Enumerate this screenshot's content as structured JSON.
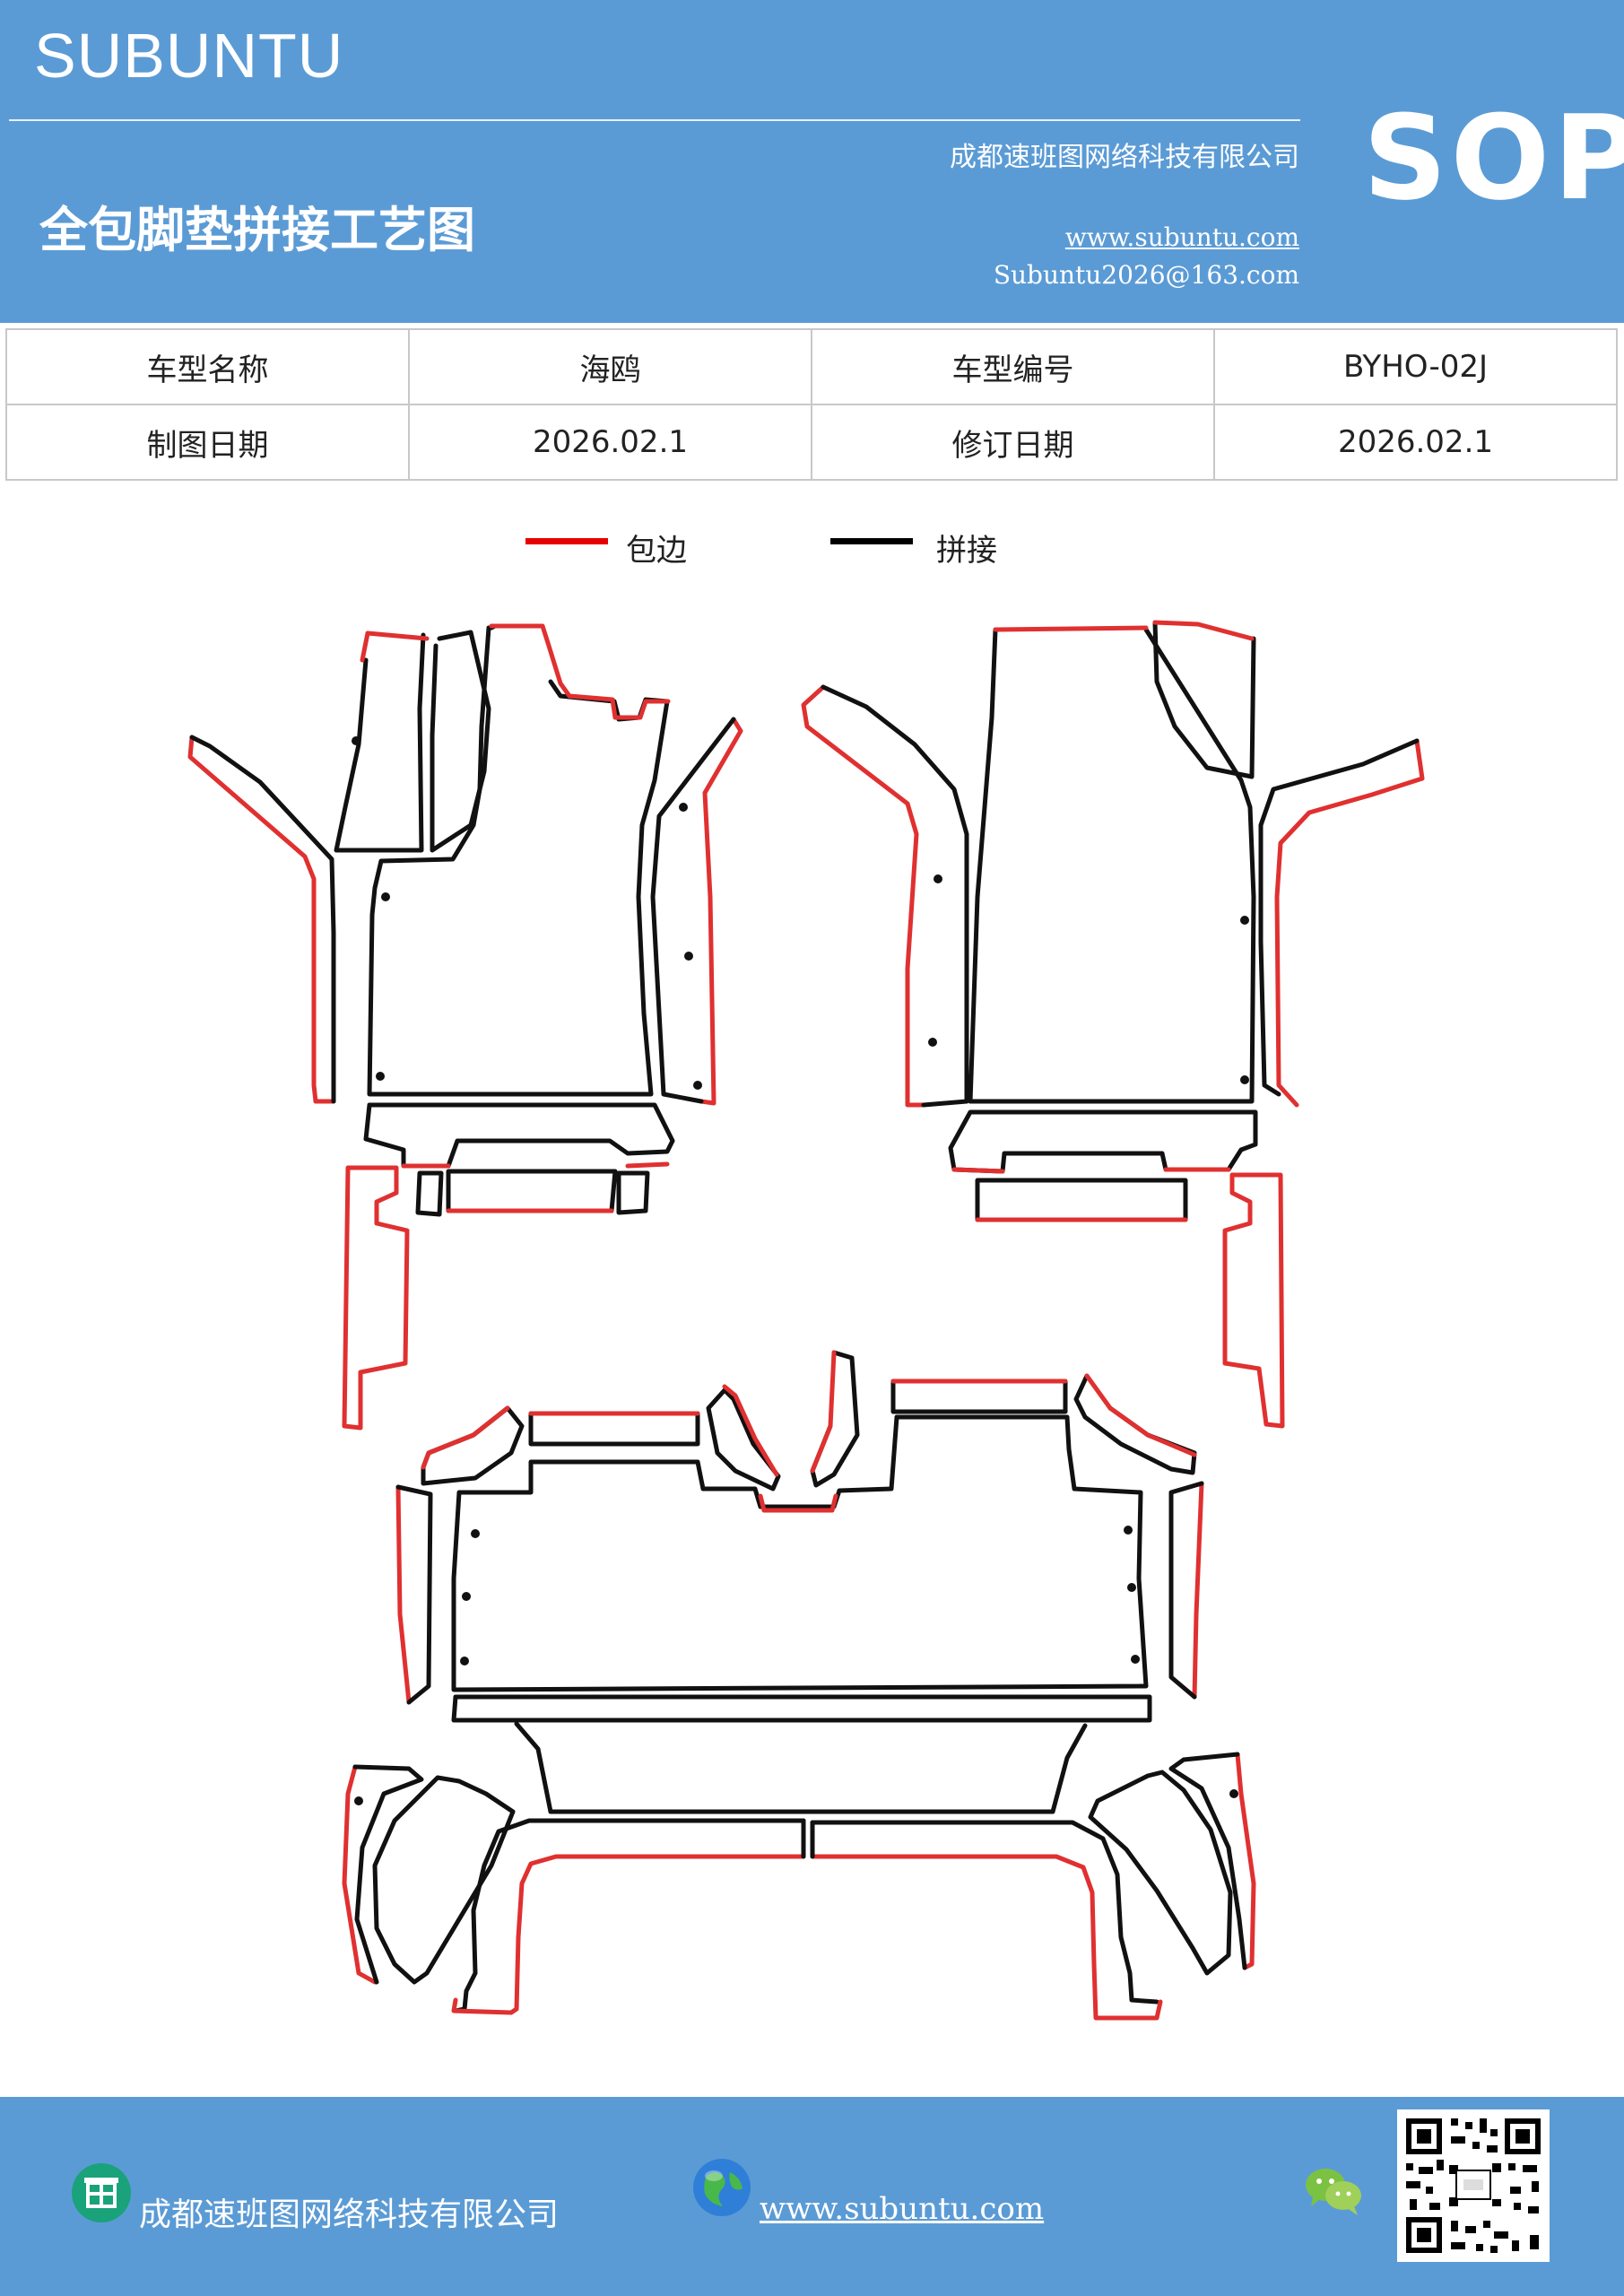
{
  "header": {
    "brand": "SUBUNTU",
    "company": "成都速班图网络科技有限公司",
    "title": "全包脚垫拼接工艺图",
    "website": "www.subuntu.com",
    "email": "Subuntu2026@163.com",
    "badge": "SOP"
  },
  "info_table": {
    "row1": {
      "label1": "车型名称",
      "value1": "海鸥",
      "label2": "车型编号",
      "value2": "BYHO-02J"
    },
    "row2": {
      "label1": "制图日期",
      "value1": "2026.02.1",
      "label2": "修订日期",
      "value2": "2026.02.1"
    }
  },
  "legend": {
    "items": [
      {
        "label": "包边",
        "color": "#e60000"
      },
      {
        "label": "拼接",
        "color": "#000000"
      }
    ]
  },
  "colors": {
    "header_bg": "#5b9bd5",
    "edge_red": "#e03030",
    "seam_black": "#111111"
  },
  "footer": {
    "company": "成都速班图网络科技有限公司",
    "website": "www.subuntu.com",
    "icons": [
      "building-icon",
      "globe-icon",
      "wechat-icon",
      "qr-code"
    ]
  }
}
